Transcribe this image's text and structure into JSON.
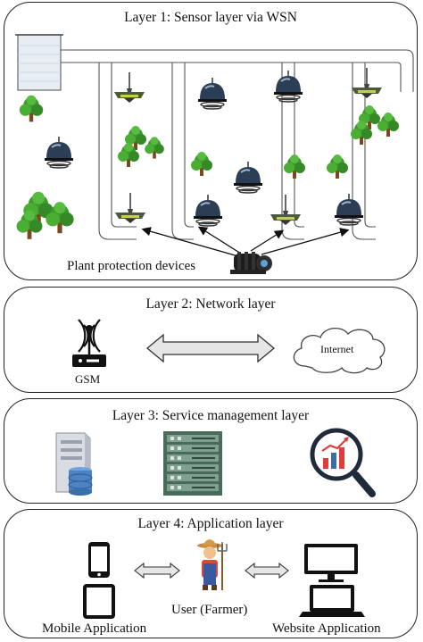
{
  "layer1": {
    "title": "Layer 1: Sensor layer via WSN",
    "devices_label": "Plant protection devices"
  },
  "layer2": {
    "title": "Layer 2: Network layer",
    "gsm_label": "GSM",
    "internet_label": "Internet"
  },
  "layer3": {
    "title": "Layer 3: Service management layer"
  },
  "layer4": {
    "title": "Layer 4: Application layer",
    "mobile_label": "Mobile Application",
    "user_label": "User (Farmer)",
    "website_label": "Website Application"
  },
  "icons": {
    "tank": "water-tank-icon",
    "pump": "water-pump-icon",
    "sensor": "sensor-device-icon",
    "tree": "tree-icon",
    "router": "gsm-router-icon",
    "cloud": "internet-cloud-icon",
    "server": "server-icon",
    "rack": "server-rack-icon",
    "analytics": "analytics-magnifier-icon",
    "phone": "smartphone-icon",
    "tablet": "tablet-icon",
    "farmer": "farmer-icon",
    "monitor": "monitor-icon",
    "laptop": "laptop-icon"
  },
  "colors": {
    "border": "#222222",
    "pipe": "#e6e9ee",
    "tree_green": "#3e9a2d",
    "trunk": "#7a4a1e",
    "server_blue": "#4d83c2",
    "rack_green": "#5a7b6a",
    "chart_red": "#e23b3b"
  }
}
